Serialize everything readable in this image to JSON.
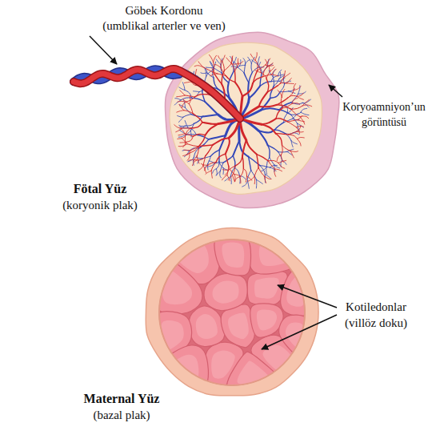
{
  "diagram": {
    "labels": [
      "Göbek Kordonu",
      "(umblikal arterler ve ven)",
      "Koryoamniyon’un görüntüsü",
      "Fötal Yüz",
      "(koryonik plak)",
      "Kotiledonlar",
      "(villöz doku)",
      "Maternal Yüz",
      "(bazal plak)"
    ]
  }
}
